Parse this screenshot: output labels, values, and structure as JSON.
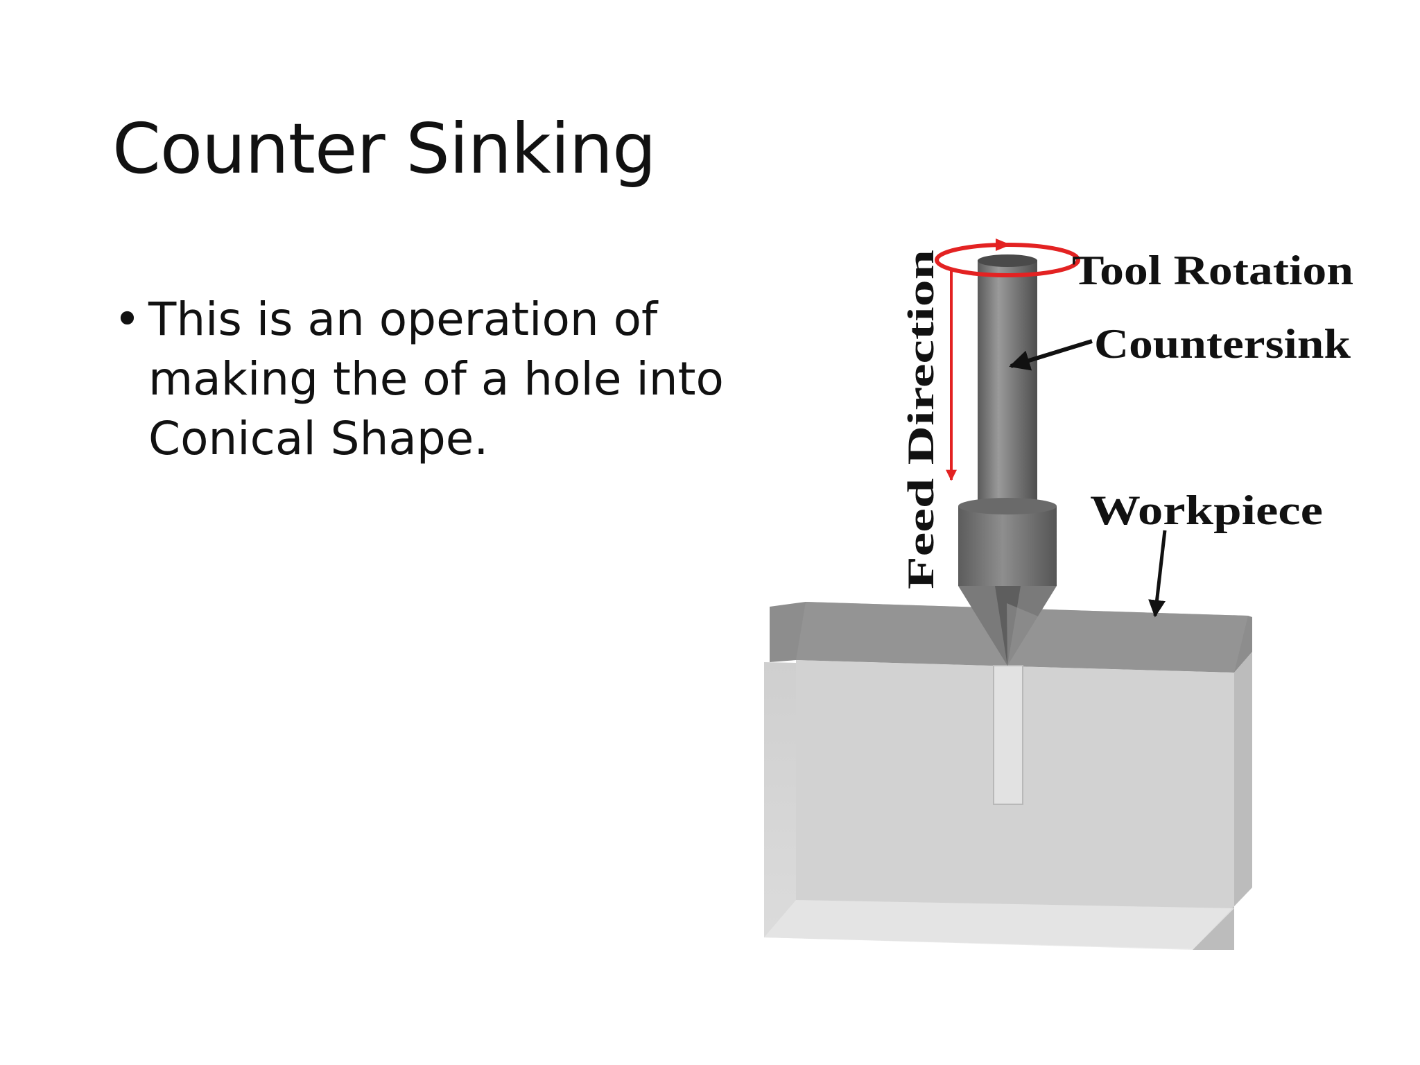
{
  "slide": {
    "title": "Counter Sinking",
    "bullets": [
      {
        "marker": "•",
        "text": "This is an operation of making the of a hole into Conical Shape."
      }
    ]
  },
  "figure": {
    "labels": {
      "tool_rotation": "Tool Rotation",
      "countersink": "Countersink",
      "workpiece": "Workpiece",
      "feed_direction": "Feed Direction"
    },
    "colors": {
      "arrow_red": "#e32222",
      "tool_gray": "#7a7a7a",
      "block_front": "#d3d3d3",
      "block_top": "#8d8d8d",
      "block_side": "#bcbcbc"
    }
  }
}
